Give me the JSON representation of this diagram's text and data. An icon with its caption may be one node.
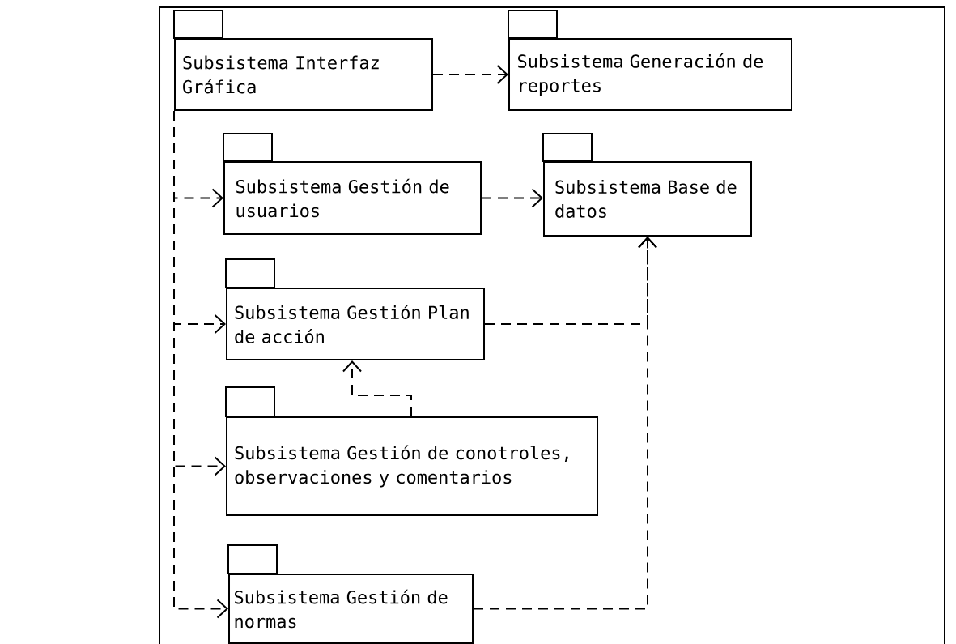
{
  "diagram": {
    "nodes": [
      {
        "text": [
          "Subsistema Interfaz Gráfica"
        ]
      },
      {
        "text": [
          "Subsistema Generación de reportes"
        ]
      },
      {
        "text": [
          "Subsistema Gestión de usuarios"
        ]
      },
      {
        "text": [
          "Subsistema Base de datos"
        ]
      },
      {
        "text": [
          "Subsistema Gestión Plan de acción"
        ]
      },
      {
        "text": [
          "Subsistema Gestión de conotroles, observaciones y comentarios"
        ]
      },
      {
        "text": [
          "Subsistema Gestión de normas"
        ]
      }
    ],
    "edges": [
      {
        "from": 0,
        "to": 1,
        "arrow": "to",
        "style": "dashed"
      },
      {
        "from": 0,
        "to": 2,
        "arrow": "to",
        "style": "dashed"
      },
      {
        "from": 0,
        "to": 4,
        "arrow": "to",
        "style": "dashed"
      },
      {
        "from": 0,
        "to": 5,
        "arrow": "to",
        "style": "dashed"
      },
      {
        "from": 0,
        "to": 6,
        "arrow": "to",
        "style": "dashed"
      },
      {
        "from": 2,
        "to": 3,
        "arrow": "to",
        "style": "dashed"
      },
      {
        "from": 4,
        "to": 3,
        "arrow": "to",
        "style": "dashed"
      },
      {
        "from": 6,
        "to": 3,
        "arrow": "to",
        "style": "dashed"
      },
      {
        "from": 5,
        "to": 4,
        "arrow": "to",
        "style": "dashed"
      }
    ]
  }
}
